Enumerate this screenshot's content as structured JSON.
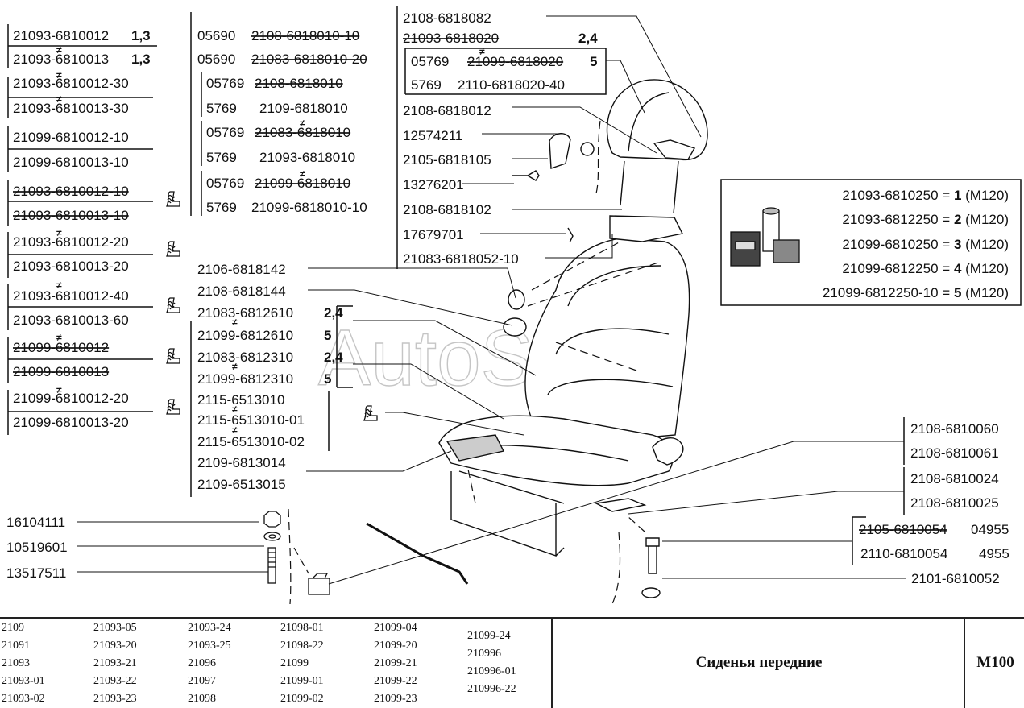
{
  "watermark": "AutoSoft",
  "left_column": [
    {
      "code": "21093-6810012",
      "mark": "1,3"
    },
    {
      "code": "21093-6810013",
      "mark": "1,3"
    },
    {
      "code": "21093-6810012-30"
    },
    {
      "code": "21093-6810013-30"
    },
    {
      "code": "21099-6810012-10"
    },
    {
      "code": "21099-6810013-10"
    },
    {
      "code": "21093-6810012-10"
    },
    {
      "code": "21093-6810013-10"
    },
    {
      "code": "21093-6810012-20"
    },
    {
      "code": "21093-6810013-20"
    },
    {
      "code": "21093-6810012-40"
    },
    {
      "code": "21093-6810013-60"
    },
    {
      "code": "21099-6810012"
    },
    {
      "code": "21099-6810013"
    },
    {
      "code": "21099-6810012-20"
    },
    {
      "code": "21099-6810013-20"
    }
  ],
  "seat_back_column": [
    {
      "prefix": "05690",
      "code": "2108-6818010-10"
    },
    {
      "prefix": "05690",
      "code": "21083-6818010-20"
    },
    {
      "prefix": "05769",
      "code": "2108-6818010"
    },
    {
      "prefix": "5769",
      "code": "2109-6818010"
    },
    {
      "prefix": "05769",
      "code": "21083-6818010"
    },
    {
      "prefix": "5769",
      "code": "21093-6818010"
    },
    {
      "prefix": "05769",
      "code": "21099-6818010"
    },
    {
      "prefix": "5769",
      "code": "21099-6818010-10"
    }
  ],
  "headrest_column": [
    {
      "code": "2108-6818082"
    },
    {
      "code": "21093-6818020",
      "mark": "2,4"
    },
    {
      "prefix": "05769",
      "code": "21099-6818020",
      "mark": "5"
    },
    {
      "prefix": "5769",
      "code": "2110-6818020-40"
    },
    {
      "code": "2108-6818012"
    },
    {
      "code": "12574211"
    },
    {
      "code": "2105-6818105"
    },
    {
      "code": "13276201"
    },
    {
      "code": "2108-6818102"
    },
    {
      "code": "17679701"
    },
    {
      "code": "21083-6818052-10"
    }
  ],
  "middle_column": [
    {
      "code": "2106-6818142"
    },
    {
      "code": "2108-6818144"
    },
    {
      "code": "21083-6812610",
      "mark": "2,4"
    },
    {
      "code": "21099-6812610",
      "mark": "5"
    },
    {
      "code": "21083-6812310",
      "mark": "2,4"
    },
    {
      "code": "21099-6812310",
      "mark": "5"
    },
    {
      "code": "2115-6513010"
    },
    {
      "code": "2115-6513010-01"
    },
    {
      "code": "2115-6513010-02"
    },
    {
      "code": "2109-6813014"
    },
    {
      "code": "2109-6513015"
    }
  ],
  "fasteners": [
    {
      "code": "16104111"
    },
    {
      "code": "10519601"
    },
    {
      "code": "13517511"
    }
  ],
  "right_column": [
    {
      "code": "2108-6810060"
    },
    {
      "code": "2108-6810061"
    },
    {
      "code": "2108-6810024"
    },
    {
      "code": "2108-6810025"
    },
    {
      "code": "2105-6810054",
      "suffix": "04955"
    },
    {
      "code": "2110-6810054",
      "suffix": "4955"
    },
    {
      "code": "2101-6810052"
    }
  ],
  "kits": [
    {
      "code": "21093-6810250",
      "eq": "=",
      "num": "1",
      "note": "(М120)"
    },
    {
      "code": "21093-6812250",
      "eq": "=",
      "num": "2",
      "note": "(М120)"
    },
    {
      "code": "21099-6810250",
      "eq": "=",
      "num": "3",
      "note": "(М120)"
    },
    {
      "code": "21099-6812250",
      "eq": "=",
      "num": "4",
      "note": "(М120)"
    },
    {
      "code": "21099-6812250-10",
      "eq": "=",
      "num": "5",
      "note": "(М120)"
    }
  ],
  "footer": {
    "models": [
      [
        "2109",
        "21091",
        "21093",
        "21093-01",
        "21093-02"
      ],
      [
        "21093-05",
        "21093-20",
        "21093-21",
        "21093-22",
        "21093-23"
      ],
      [
        "21093-24",
        "21093-25",
        "21096",
        "21097",
        "21098"
      ],
      [
        "21098-01",
        "21098-22",
        "21099",
        "21099-01",
        "21099-02"
      ],
      [
        "21099-04",
        "21099-20",
        "21099-21",
        "21099-22",
        "21099-23"
      ],
      [
        "21099-24",
        "210996",
        "210996-01",
        "210996-22"
      ]
    ],
    "title": "Сиденья передние",
    "code": "M100"
  },
  "ne_mark": "≠"
}
